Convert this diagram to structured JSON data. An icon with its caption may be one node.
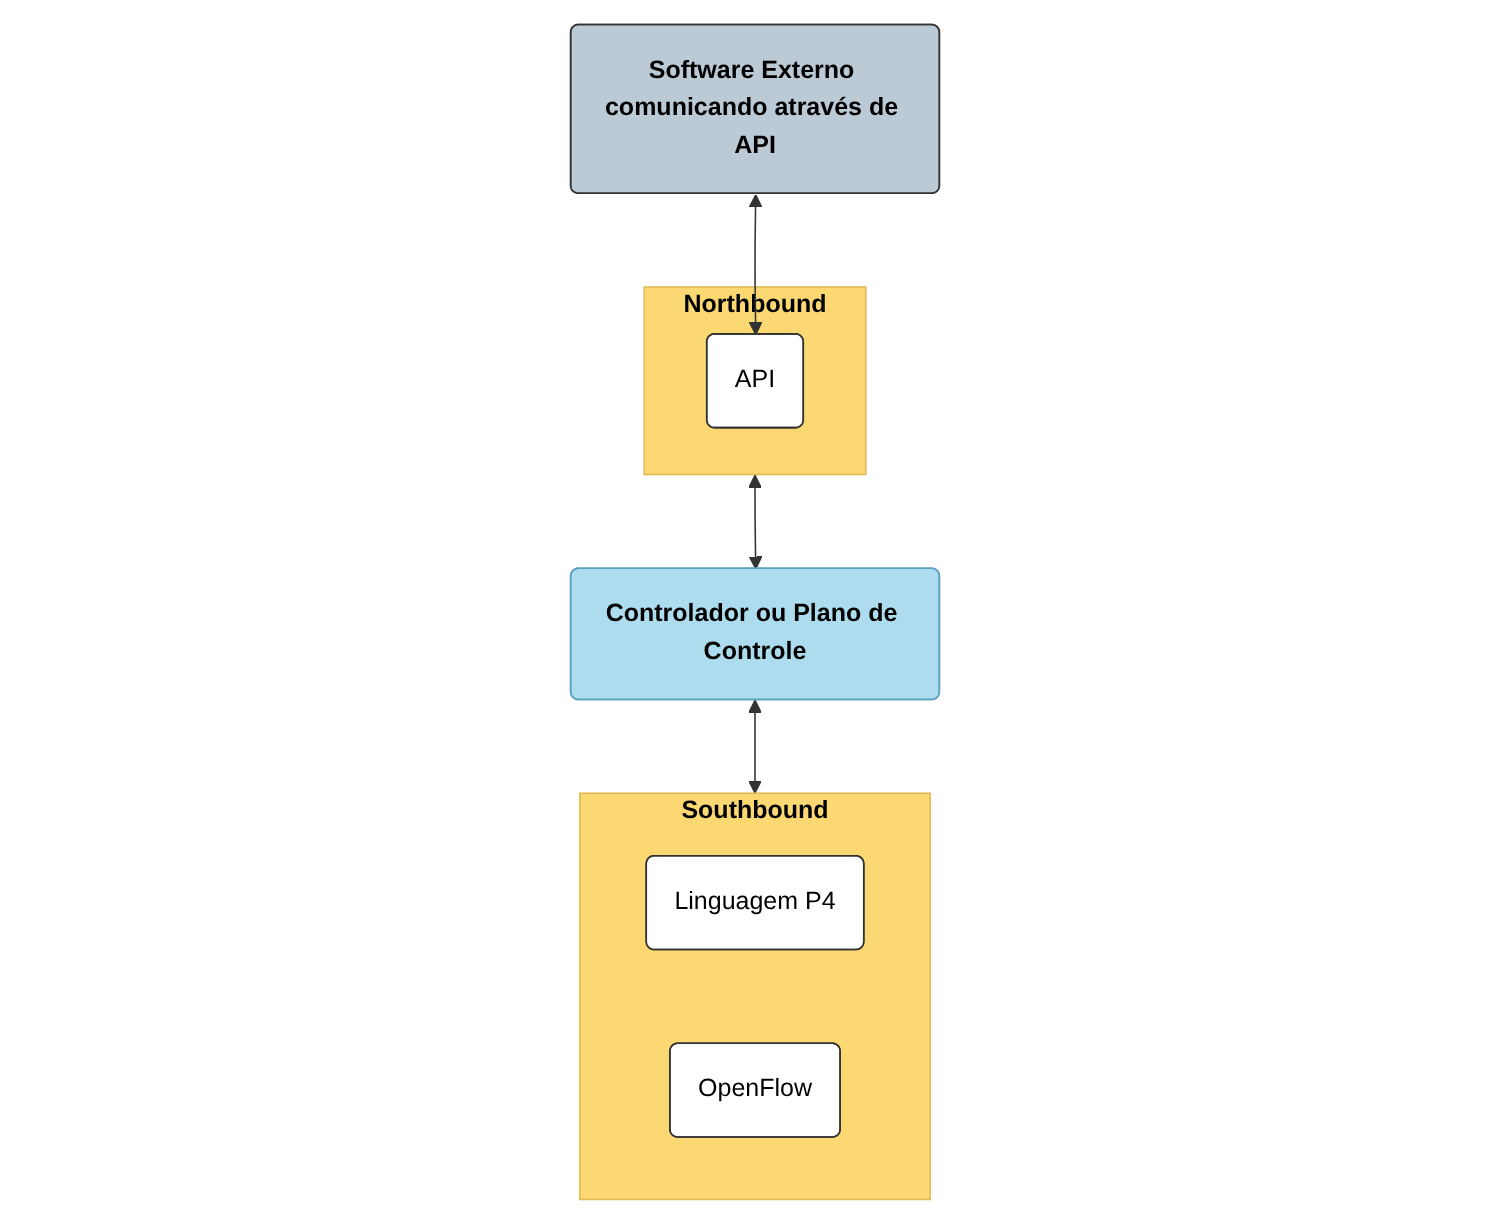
{
  "diagram": {
    "nodes": [
      {
        "text": [
          "Software Externo comunicando através de API"
        ]
      },
      {
        "text": [
          "Northbound"
        ]
      },
      {
        "text": [
          "API"
        ],
        "in": 1
      },
      {
        "text": [
          "Controlador ou Plano de Controle"
        ]
      },
      {
        "text": [
          "Southbound"
        ]
      },
      {
        "text": [
          "Linguagem P4"
        ],
        "in": 4
      },
      {
        "text": [
          "OpenFlow"
        ],
        "in": 4
      }
    ],
    "edges": [
      {
        "from": 0,
        "to": 2,
        "arrow": "both"
      },
      {
        "from": 1,
        "to": 3,
        "arrow": "both"
      },
      {
        "from": 3,
        "to": 4,
        "arrow": "both"
      }
    ]
  }
}
